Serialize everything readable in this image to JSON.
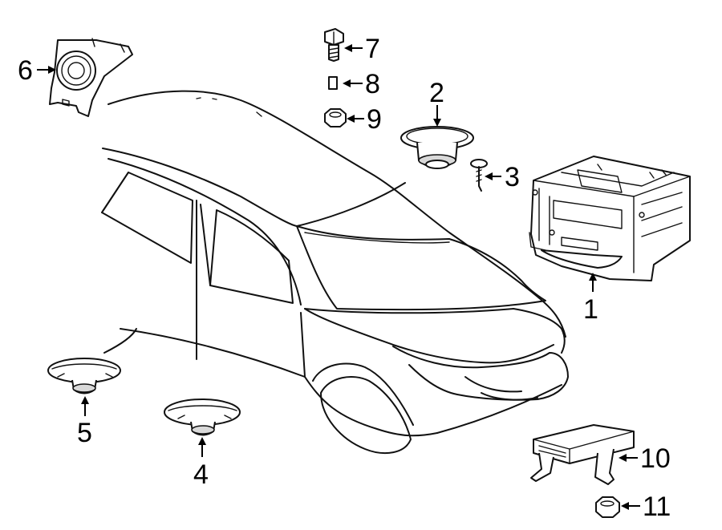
{
  "callouts": {
    "c1": "1",
    "c2": "2",
    "c3": "3",
    "c4": "4",
    "c5": "5",
    "c6": "6",
    "c7": "7",
    "c8": "8",
    "c9": "9",
    "c10": "10",
    "c11": "11"
  },
  "colors": {
    "line": "#111111",
    "background": "#ffffff"
  }
}
